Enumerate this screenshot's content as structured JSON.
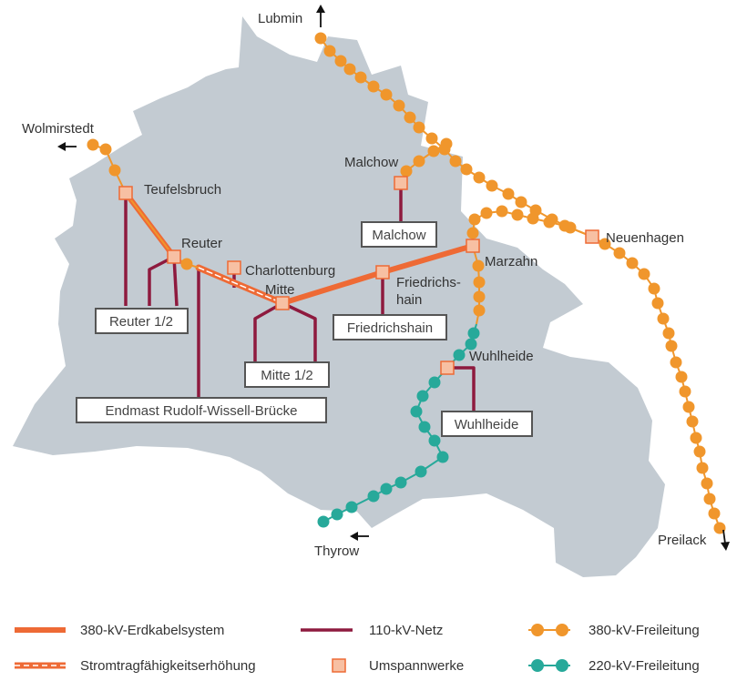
{
  "colors": {
    "land": "#c3cbd2",
    "cable_380": "#ee6a35",
    "net_110": "#8e1a3e",
    "line_380": "#f0962c",
    "line_220": "#27a99a",
    "substation_fill": "#f7c0a3",
    "substation_stroke": "#ee6a35"
  },
  "external_points": {
    "lubmin": "Lubmin",
    "wolmirstedt": "Wolmirstedt",
    "preilack": "Preilack",
    "thyrow": "Thyrow"
  },
  "substation_labels": {
    "teufelsbruch": "Teufelsbruch",
    "reuter": "Reuter",
    "charlottenburg": "Charlottenburg",
    "mitte": "Mitte",
    "friedrichshain_1": "Friedrichs-",
    "friedrichshain_2": "hain",
    "malchow": "Malchow",
    "marzahn": "Marzahn",
    "neuenhagen": "Neuenhagen",
    "wuhlheide": "Wuhlheide"
  },
  "boxes": {
    "malchow": "Malchow",
    "reuter_12": "Reuter 1/2",
    "friedrichshain": "Friedrichshain",
    "mitte_12": "Mitte 1/2",
    "endmast": "Endmast Rudolf-Wissell-Brücke",
    "wuhlheide": "Wuhlheide"
  },
  "legend": {
    "cable_380": "380-kV-Erdkabelsystem",
    "upgrade": "Stromtragfähigkeitserhöhung",
    "net_110": "110-kV-Netz",
    "substations": "Umspannwerke",
    "line_380": "380-kV-Freileitung",
    "line_220": "220-kV-Freileitung"
  }
}
